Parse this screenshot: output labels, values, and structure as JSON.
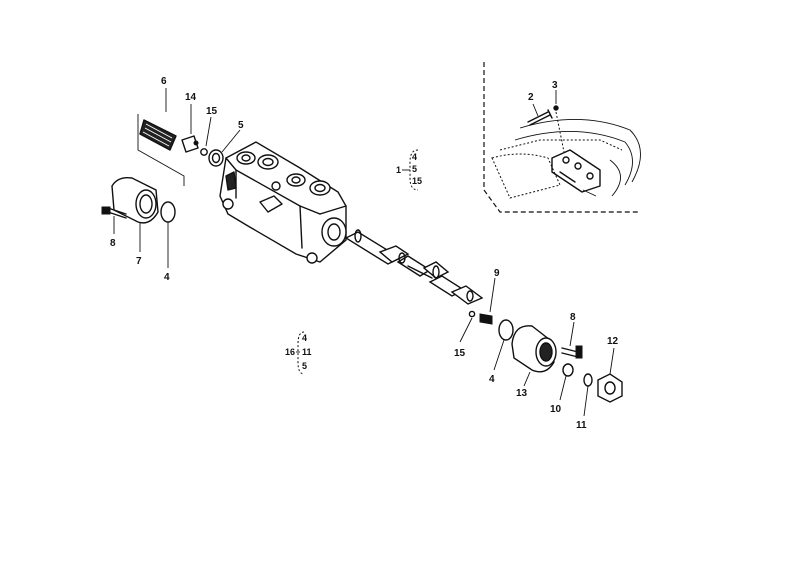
{
  "labels": {
    "l6": "6",
    "l14": "14",
    "l15a": "15",
    "l5": "5",
    "l8a": "8",
    "l7": "7",
    "l4a": "4",
    "l9": "9",
    "l15b": "15",
    "l4b": "4",
    "l13": "13",
    "l8b": "8",
    "l10": "10",
    "l11": "11",
    "l12": "12",
    "l2": "2",
    "l3": "3"
  },
  "groups": {
    "g1_lead": "1",
    "g1_top": "4",
    "g1_mid": "5",
    "g1_bot": "15",
    "g2_lead": "16",
    "g2_top": "4",
    "g2_mid": "11",
    "g2_bot": "5"
  }
}
